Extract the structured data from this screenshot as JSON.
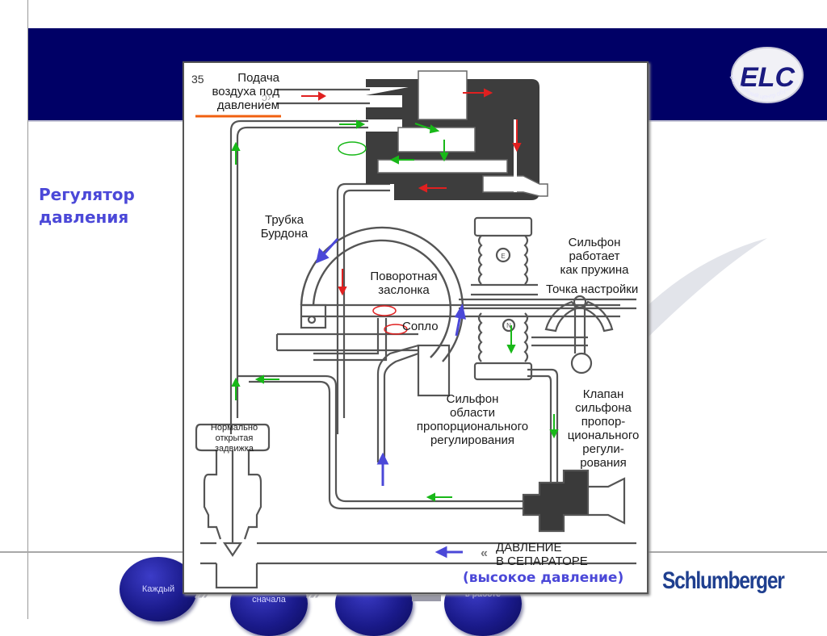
{
  "slide": {
    "title": "Регулятор\nдавления",
    "logo_top": {
      "text": "ELC",
      "subtitle": "Европейский центр обучения"
    },
    "logo_bottom": "Schlumberger",
    "colors": {
      "banner": "#000066",
      "title": "#4b48d8",
      "supply_arrow": "#e02020",
      "output_arrow": "#18b818",
      "process_arrow": "#4b48d8",
      "schlumberger": "#1f3f8f"
    }
  },
  "steps": [
    {
      "label": "Каждый"
    },
    {
      "label": "сначала"
    },
    {
      "label": ""
    },
    {
      "label": "в работе"
    }
  ],
  "diagram": {
    "figure_number": "35",
    "labels": {
      "air_supply": "Подача\nвоздуха под\nдавлением",
      "bourdon_tube": "Трубка\nБурдона",
      "flapper": "Поворотная\nзаслонка",
      "nozzle": "Сопло",
      "spring_bellows": "Сильфон\nработает\nкак пружина",
      "set_point": "Точка настройки",
      "proportional_bellows": "Сильфон\nобласти\nпропорционального\nрегулирования",
      "proportional_valve": "Клапан\nсильфона\nпропор-\nционального\nрегули-\nрования",
      "normally_open_valve": "Нормально\nоткрытая\nзадвижка",
      "separator_pressure": "ДАВЛЕНИЕ\nВ СЕПАРАТОРЕ",
      "high_pressure": "(высокое давление)",
      "bellows_e": "E",
      "bellows_n": "N"
    }
  }
}
